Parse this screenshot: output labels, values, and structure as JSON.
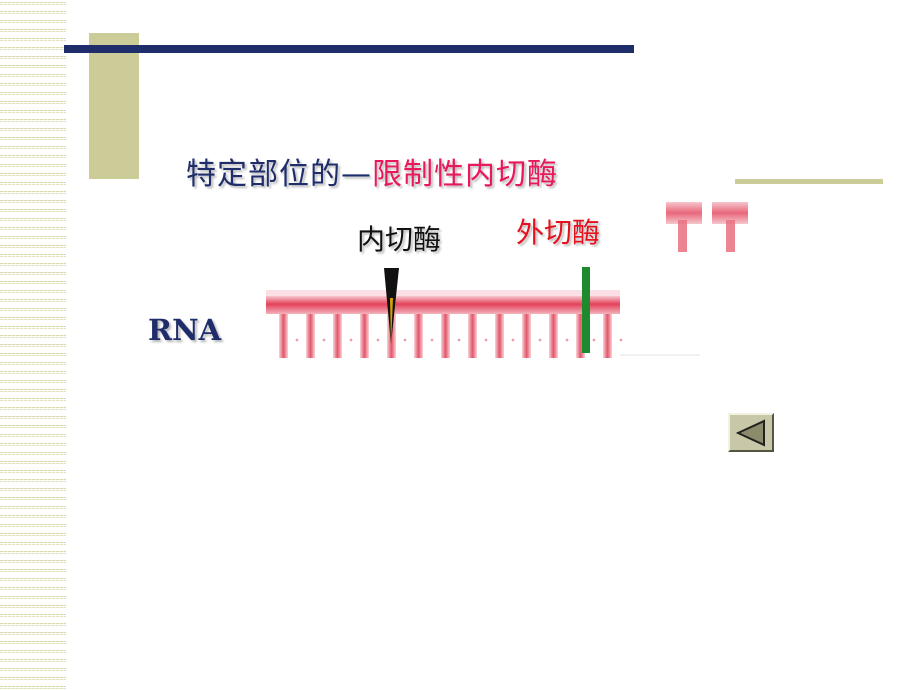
{
  "slide": {
    "title_part1": "特定部位的—",
    "title_part2": "限制性内切酶",
    "endonuclease_label": "内切酶",
    "exonuclease_label": "外切酶",
    "rna_label": "RNA"
  },
  "icons": {
    "back_button": "triangle-left-icon"
  },
  "colors": {
    "title_main": "#1f2d6b",
    "title_accent": "#e8185a",
    "exonuclease_label": "#e5121e",
    "rna_strand": "#e3415a",
    "exonuclease_marker": "#1d8a2e",
    "endonuclease_marker": "#111111",
    "decor_olive": "#cccc99",
    "decor_navy": "#1f2d6b"
  }
}
